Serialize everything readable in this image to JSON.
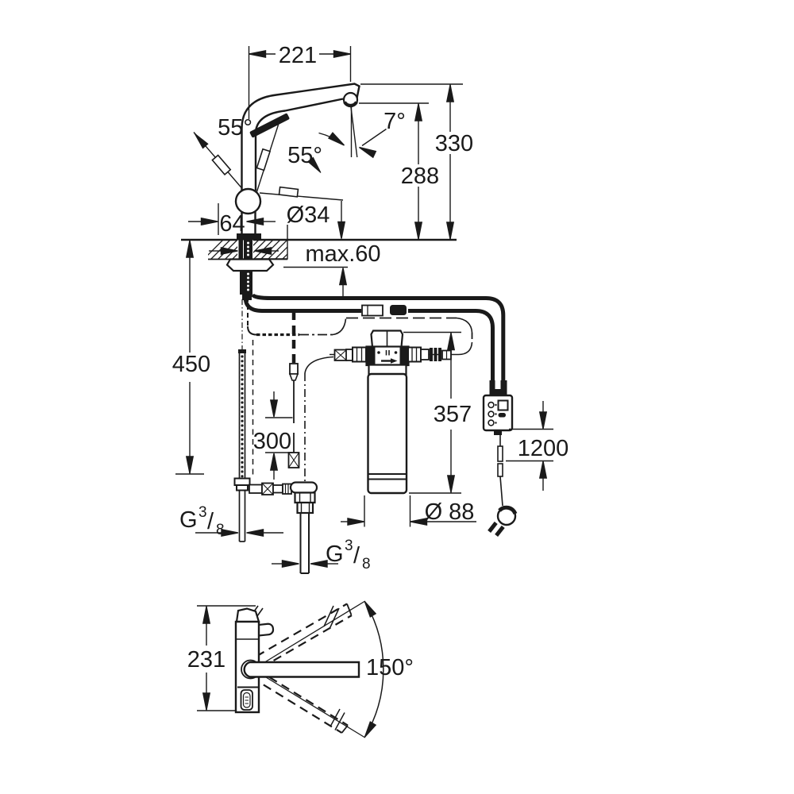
{
  "drawing": {
    "type": "technical-dimension-drawing",
    "subject": "kitchen-faucet-with-filter-system",
    "background_color": "#ffffff",
    "line_color": "#1a1a1a",
    "labels": {
      "reach": "221",
      "height_top": "330",
      "height_spout": "288",
      "angle_handle_a": "55°",
      "angle_handle_b": "55°",
      "angle_spout_tip": "7°",
      "dim_base": "64",
      "dim_hole": "Ø34",
      "dim_counter": "max.60",
      "dim_hose_drop": "450",
      "dim_cable": "300",
      "dim_filter_height": "357",
      "dim_power_cord": "1200",
      "dim_filter_dia": "Ø 88",
      "dim_side_height": "231",
      "angle_swivel": "150°",
      "thread_a": {
        "g": "G",
        "num": "3",
        "slash": "/",
        "den": "8"
      },
      "thread_b": {
        "g": "G",
        "num": "3",
        "slash": "/",
        "den": "8"
      }
    }
  }
}
